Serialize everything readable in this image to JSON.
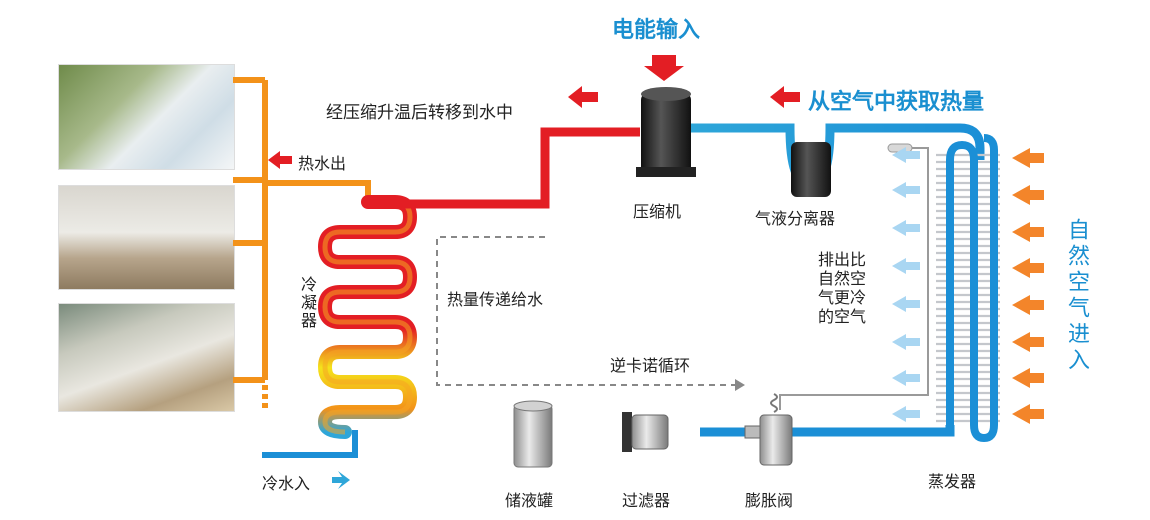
{
  "labels": {
    "power_input": "电能输入",
    "heat_transfer": "经压缩升温后转移到水中",
    "air_heat": "从空气中获取热量",
    "hot_water_out": "热水出",
    "compressor": "压缩机",
    "gas_liquid_separator": "气液分离器",
    "condenser": "冷凝器",
    "heat_to_water": "热量传递给水",
    "reverse_carnot": "逆卡诺循环",
    "cold_air_out": "排出比\n自然空\n气更冷\n的空气",
    "natural_air_in": "自然空气进入",
    "cold_water_in": "冷水入",
    "receiver": "储液罐",
    "filter": "过滤器",
    "expansion_valve": "膨胀阀",
    "evaporator": "蒸发器"
  },
  "colors": {
    "hot_pipe": "#e31e24",
    "cold_pipe": "#1b8fd6",
    "water_pipe": "#f39219",
    "accent_blue": "#1a8fd0",
    "arrow_orange": "#f3852a"
  },
  "icons": [
    "down-arrow-icon",
    "left-arrow-icon",
    "right-arrow-icon"
  ]
}
